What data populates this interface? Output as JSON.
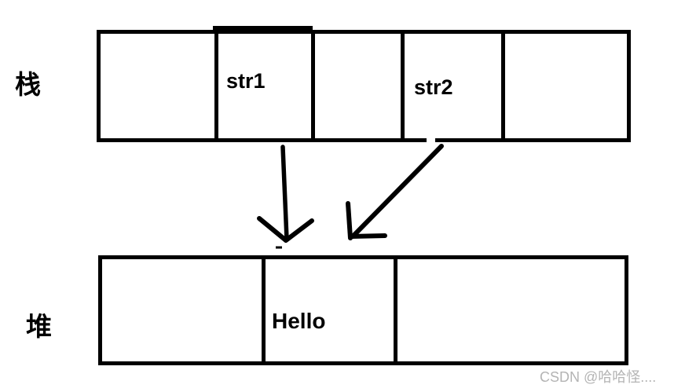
{
  "diagram": {
    "stack": {
      "label": "栈",
      "cells": [
        "",
        "str1",
        "",
        "str2",
        ""
      ]
    },
    "heap": {
      "label": "堆",
      "cells": [
        "",
        "Hello",
        ""
      ]
    },
    "arrows": [
      {
        "name": "str1-to-heap-arrow",
        "from": "str1",
        "to": "Hello",
        "style": "straight-down"
      },
      {
        "name": "str2-to-heap-arrow",
        "from": "str2",
        "to": "Hello",
        "style": "diagonal-down-left"
      }
    ],
    "colors": {
      "stroke": "#000000",
      "background": "#ffffff",
      "watermark_text": "#b4b4b4"
    }
  },
  "watermark": {
    "text": "CSDN @哈哈怪...."
  }
}
